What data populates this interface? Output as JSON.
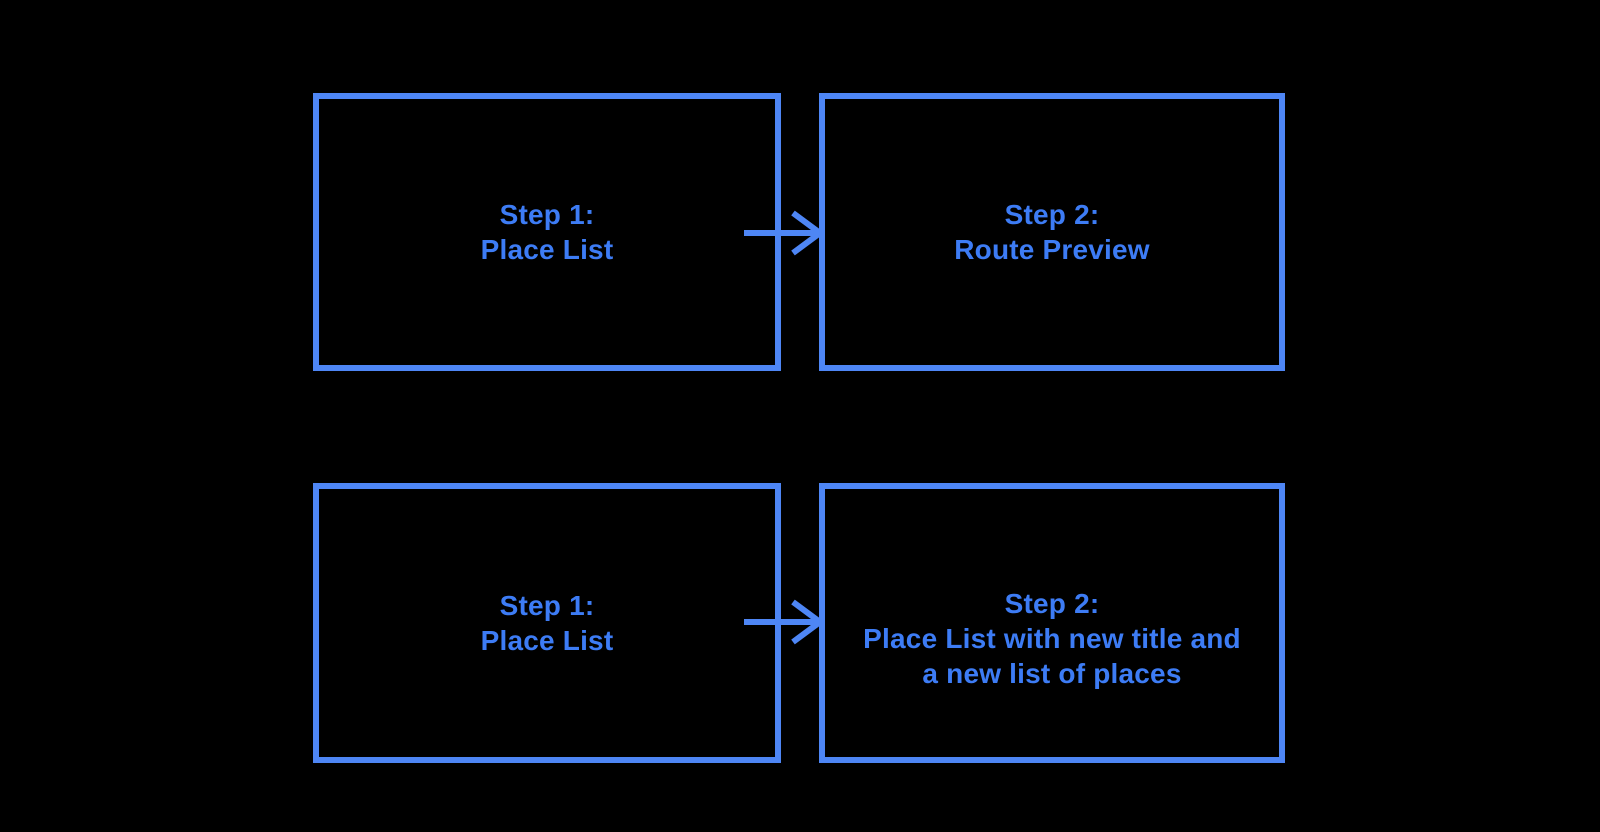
{
  "colors": {
    "background": "#000000",
    "box_border": "#4E86F5",
    "text": "#3D7CF5",
    "arrow": "#4E86F5"
  },
  "icons": {
    "connector": "arrow-right-icon"
  },
  "flows": [
    {
      "from": {
        "lines": [
          "Step 1:",
          "Place List"
        ]
      },
      "to": {
        "lines": [
          "Step 2:",
          "Route Preview"
        ]
      }
    },
    {
      "from": {
        "lines": [
          "Step 1:",
          "Place List"
        ]
      },
      "to": {
        "lines": [
          "Step 2:",
          "Place List with new title and",
          "a new list of places"
        ]
      }
    }
  ]
}
